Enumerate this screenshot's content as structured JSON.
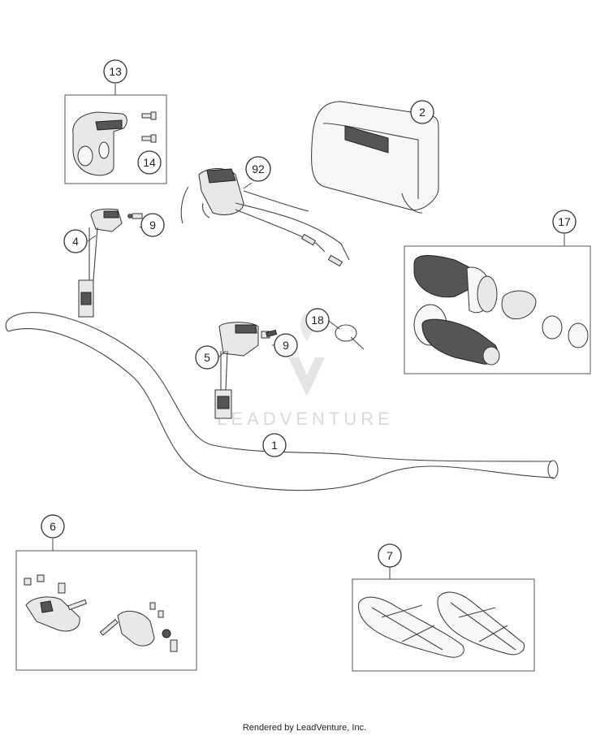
{
  "callouts": {
    "c13": "13",
    "c14": "14",
    "c2": "2",
    "c92": "92",
    "c9a": "9",
    "c4": "4",
    "c17": "17",
    "c18": "18",
    "c9b": "9",
    "c5": "5",
    "c1": "1",
    "c6": "6",
    "c7": "7"
  },
  "watermark": "LEADVENTURE",
  "footer": "Rendered by LeadVenture, Inc."
}
